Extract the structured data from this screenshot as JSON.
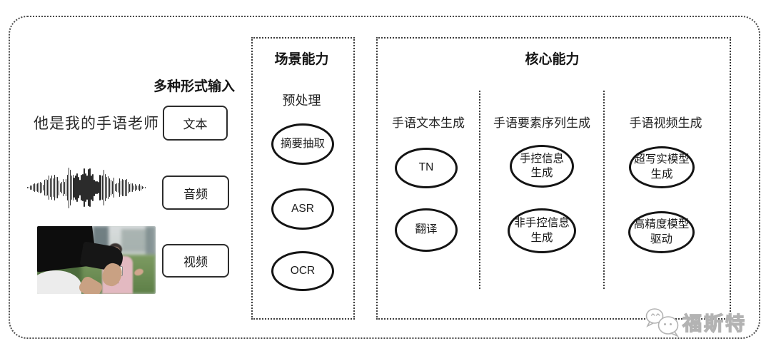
{
  "input_section": {
    "heading": "多种形式输入",
    "text_example": "他是我的手语老师",
    "text_label": "文本",
    "audio_label": "音频",
    "video_label": "视频"
  },
  "scene_capability": {
    "title": "场景能力",
    "stage_label": "预处理",
    "nodes": [
      "摘要抽取",
      "ASR",
      "OCR"
    ]
  },
  "core_capability": {
    "title": "核心能力",
    "columns": [
      {
        "label": "手语文本生成",
        "nodes": [
          "TN",
          "翻译"
        ]
      },
      {
        "label": "手语要素序列生成",
        "nodes": [
          "手控信息\n生成",
          "非手控信息\n生成"
        ]
      },
      {
        "label": "手语视频生成",
        "nodes": [
          "超写实模型\n生成",
          "高精度模型\n驱动"
        ]
      }
    ]
  },
  "watermark": {
    "text": "福斯特",
    "icon": "wechat-logo-icon"
  },
  "colors": {
    "ink": "#1f1f1f",
    "border": "#3d3d3d",
    "watermark_gray": "#b3b3b3"
  }
}
